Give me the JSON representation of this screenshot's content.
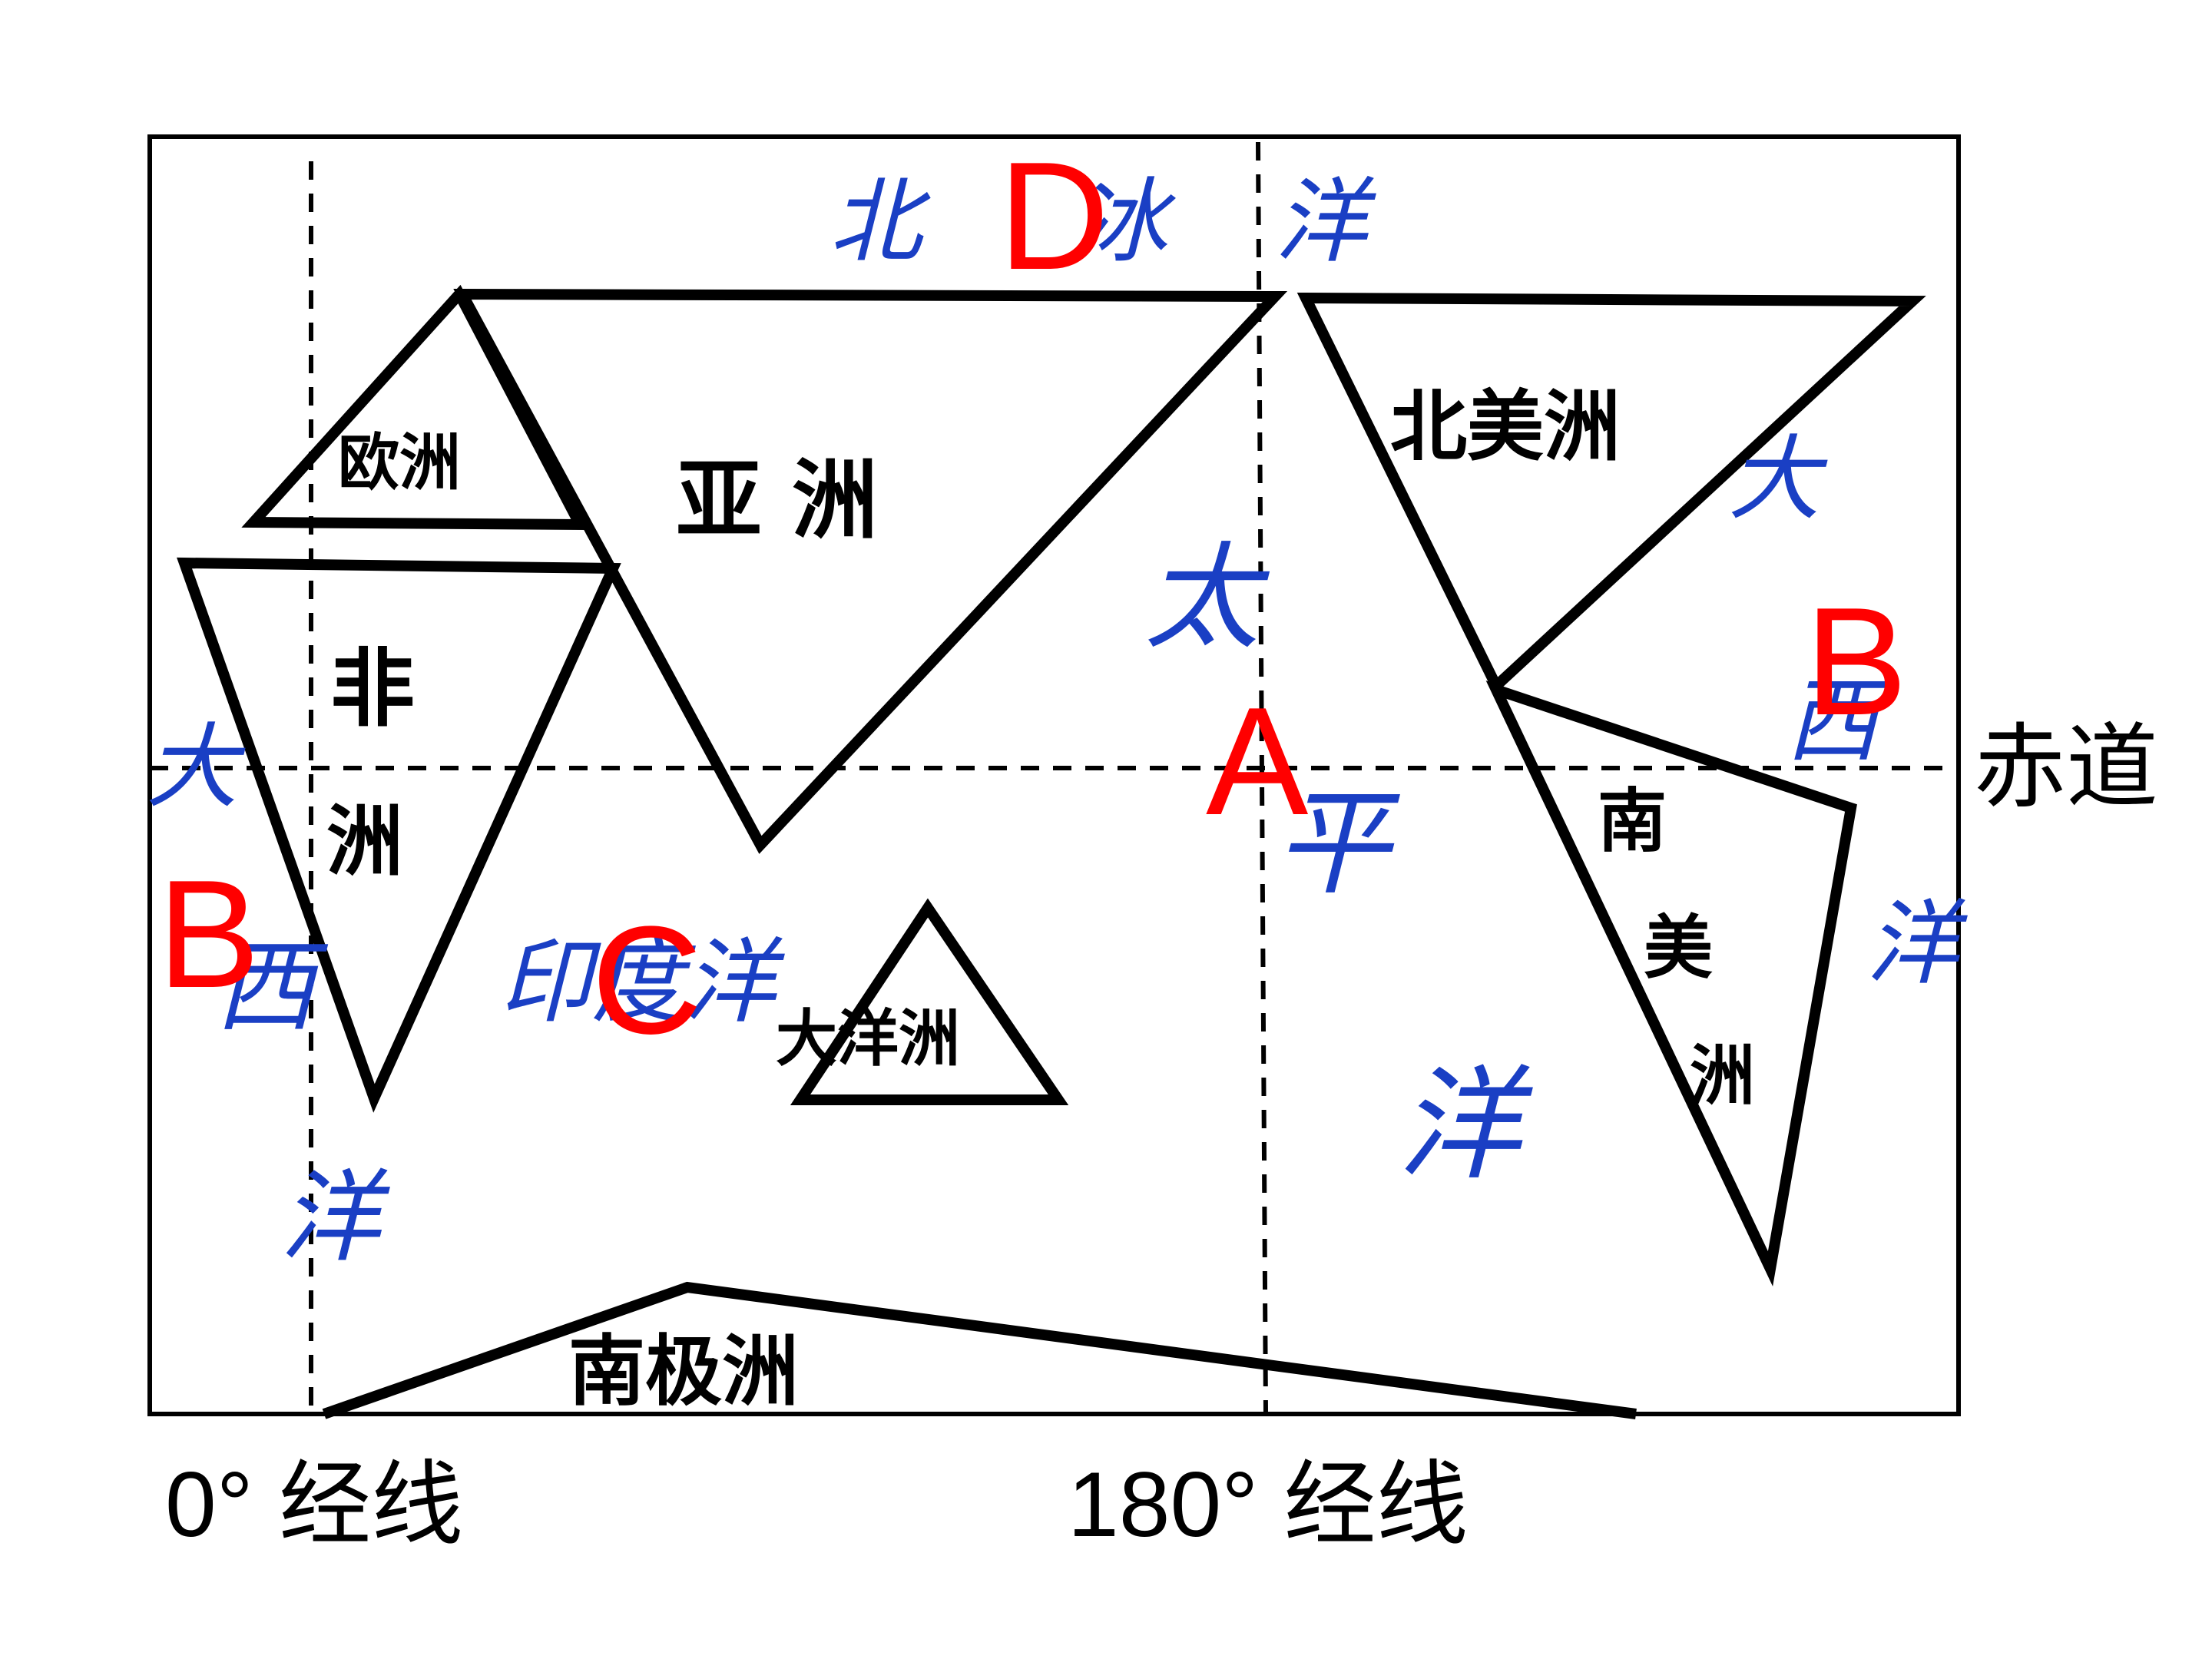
{
  "colors": {
    "ocean": "#1a3fc4",
    "marker": "#ff0000",
    "outline": "#000000"
  },
  "continents": {
    "europe": "欧洲",
    "asia": "亚 洲",
    "north_america": "北美洲",
    "africa_1": "非",
    "africa_2": "洲",
    "south_america_1": "南",
    "south_america_2": "美",
    "south_america_3": "洲",
    "oceania": "大洋洲",
    "antarctica": "南极洲"
  },
  "oceans": {
    "arctic": [
      "北",
      "冰",
      "洋"
    ],
    "pacific": [
      "太",
      "平",
      "洋"
    ],
    "atlantic_west": [
      "大",
      "西",
      "洋"
    ],
    "atlantic_east": [
      "大",
      "西",
      "洋"
    ],
    "indian": "印度洋"
  },
  "markers": {
    "a": "A",
    "b_west": "B",
    "b_east": "B",
    "c": "C",
    "d": "D"
  },
  "labels": {
    "equator": "赤道",
    "meridian_0": "0° 经线",
    "meridian_180": "180° 经线"
  }
}
